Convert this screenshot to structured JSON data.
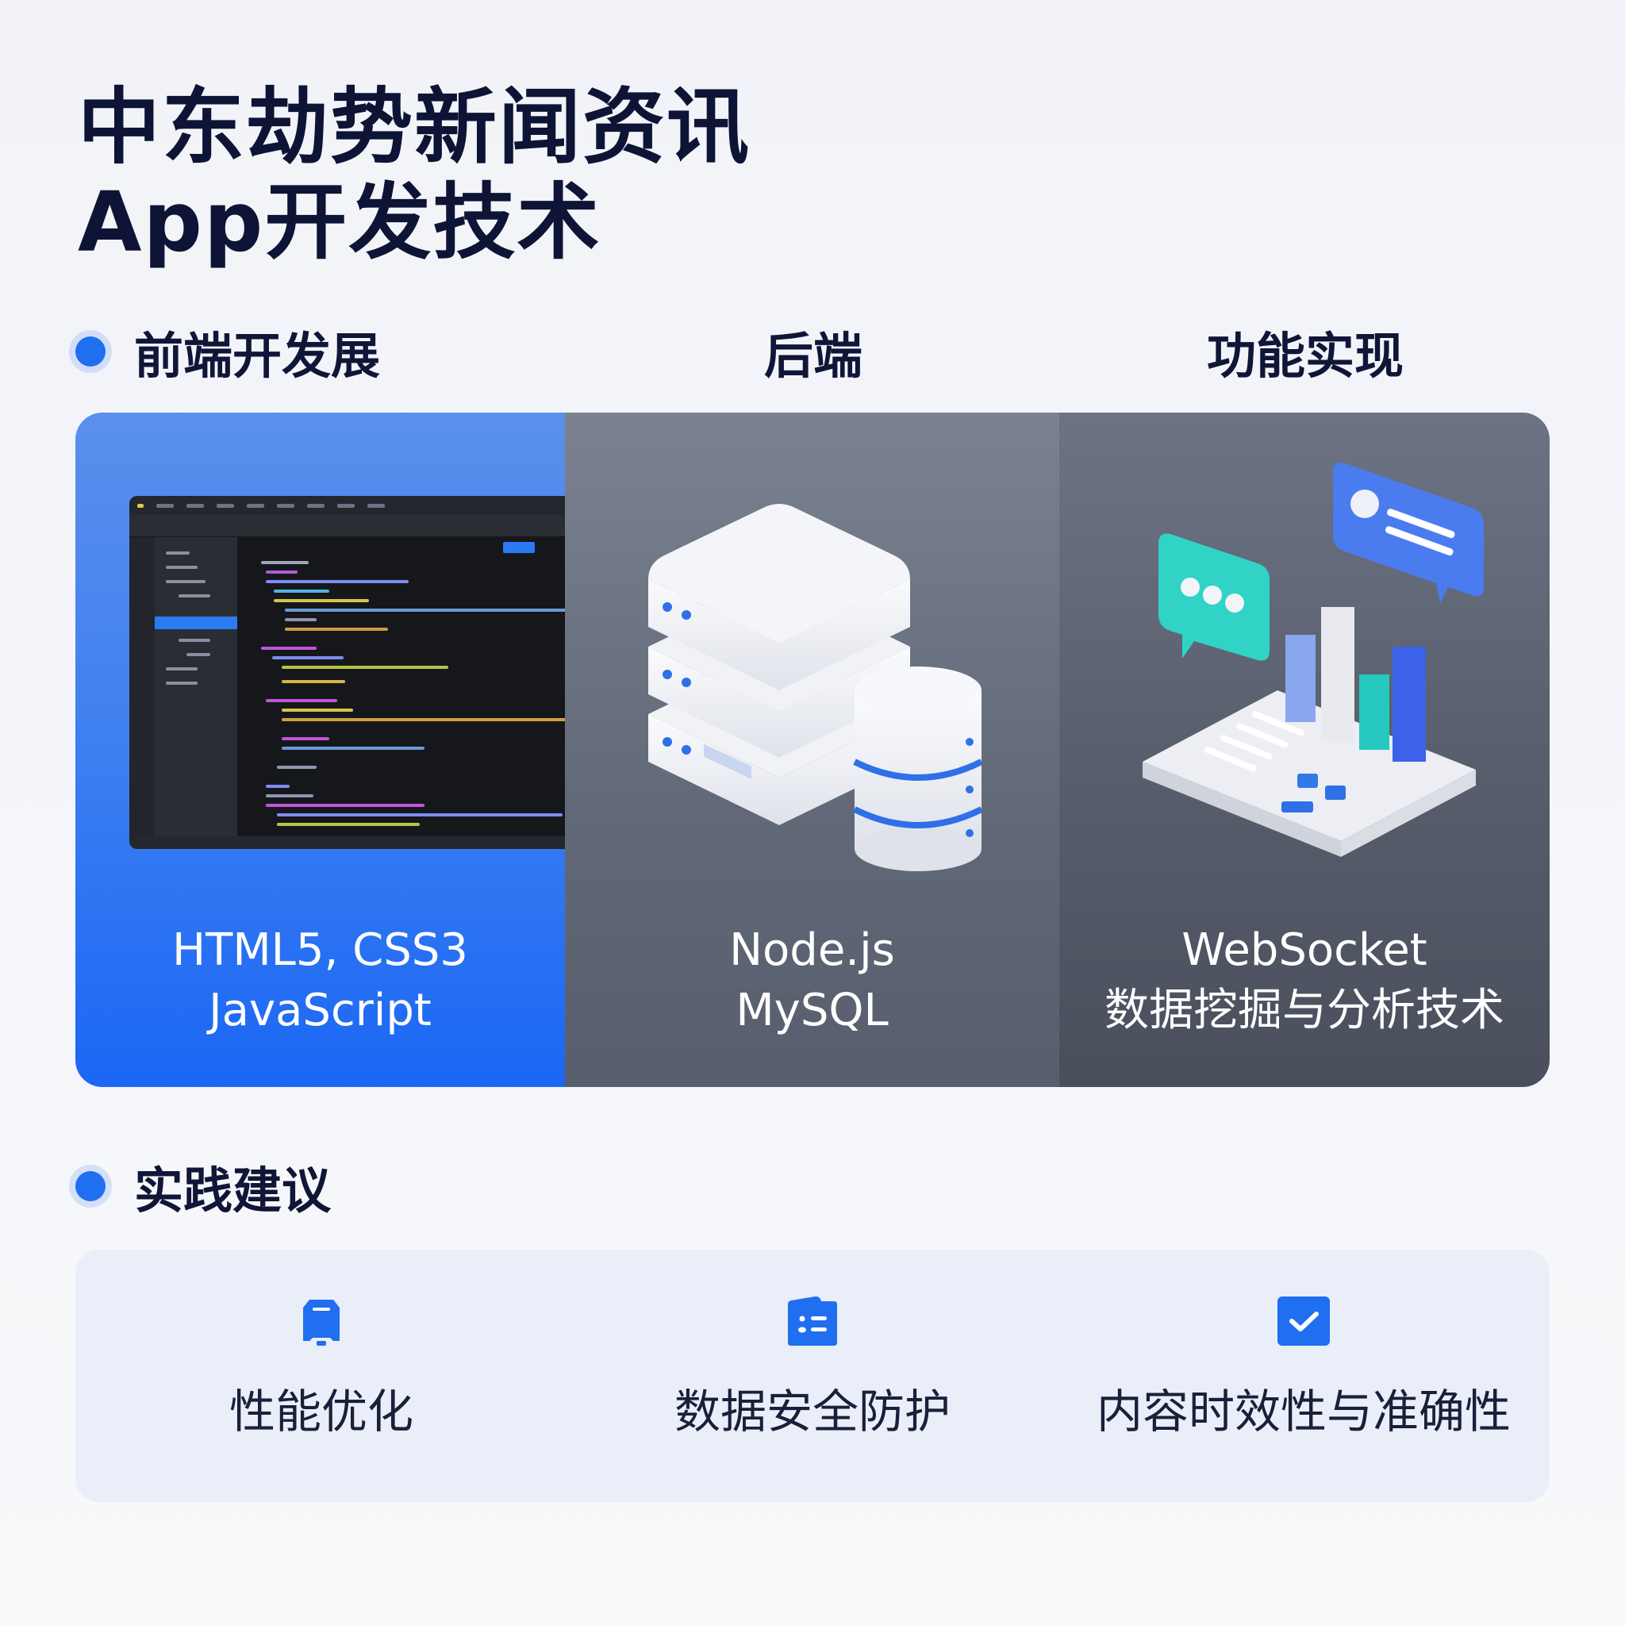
{
  "header": {
    "title_line1": "中东劫势新闻资讯",
    "title_line2": "App开发技术"
  },
  "tech_section": {
    "columns": [
      {
        "heading": "前端开发展",
        "illustration": "code-editor-screenshot",
        "lines": [
          "HTML5, CSS3",
          "JavaScript"
        ],
        "bg_color": "#3d7ff0"
      },
      {
        "heading": "后端",
        "illustration": "server-stack-database",
        "lines": [
          "Node.js",
          "MySQL"
        ],
        "bg_color": "#616877"
      },
      {
        "heading": "功能实现",
        "illustration": "chat-bubbles-bar-chart",
        "lines": [
          "WebSocket",
          "数据挖掘与分析技术"
        ],
        "bg_color": "#555b69"
      }
    ]
  },
  "practice_section": {
    "heading": "实践建议",
    "items": [
      {
        "label": "性能优化",
        "icon": "battery-icon"
      },
      {
        "label": "数据安全防护",
        "icon": "folder-list-icon"
      },
      {
        "label": "内容时效性与准确性",
        "icon": "checkbox-icon"
      }
    ]
  },
  "colors": {
    "accent": "#1f6ff0",
    "title_text": "#0e1435",
    "practice_bg": "#e9eef8"
  }
}
